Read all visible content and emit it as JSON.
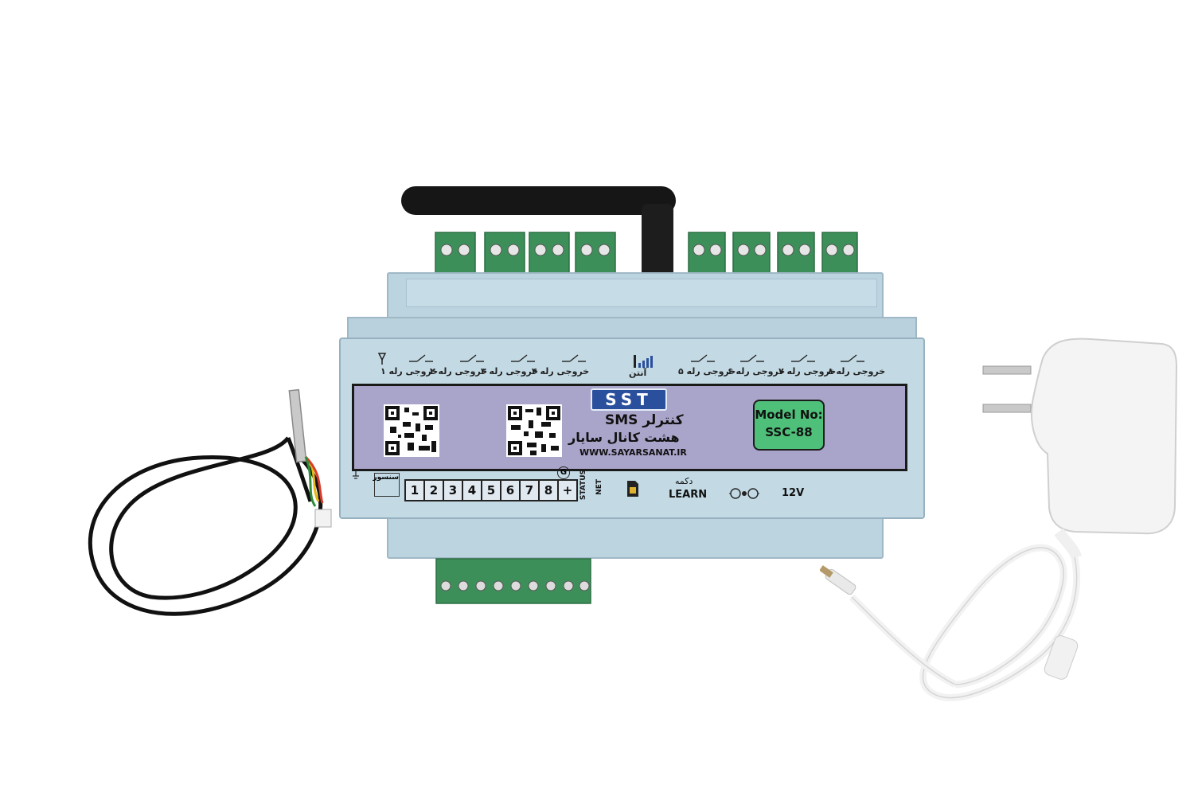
{
  "device": {
    "logo_text": "SST",
    "sms_label": "SMS کنترلر",
    "product_name": "هشت کانال سایار",
    "website": "WWW.SAYARSANAT.IR",
    "model_label": "Model No:",
    "model_value": "SSC-88",
    "antenna_label": "آنتن",
    "relay_labels": [
      "خروجی رله ۱",
      "خروجی رله ۲",
      "خروجی رله ۳",
      "خروجی رله ۴",
      "خروجی رله ۵",
      "خروجی رله ۶",
      "خروجی رله ۷",
      "خروجی رله ۸"
    ],
    "sensor_label": "سنسور",
    "input_terminals": [
      "1",
      "2",
      "3",
      "4",
      "5",
      "6",
      "7",
      "8",
      "+"
    ],
    "ground_symbol": "G",
    "status_label": "STATUS",
    "net_label": "NET",
    "button_label": "دکمه",
    "learn_label": "LEARN",
    "voltage_label": "12V"
  },
  "colors": {
    "housing": "#c3dae5",
    "label_strip": "#a9a4c9",
    "logo": "#2a4f9c",
    "model_badge": "#4fc07a",
    "terminal_green": "#3d8f5a"
  },
  "icons": [
    "antenna-icon",
    "signal-icon",
    "switch-icon",
    "sim-card-icon",
    "dc-jack-icon",
    "ground-icon"
  ]
}
